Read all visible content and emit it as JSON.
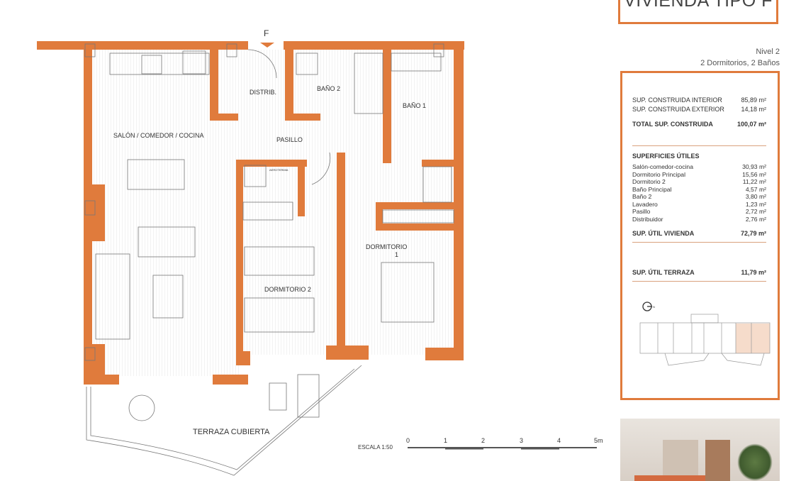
{
  "header": {
    "title": "VIVIENDA TIPO F",
    "level": "Nivel 2",
    "rooms": "2 Dormitorios, 2 Baños"
  },
  "built": {
    "interior": {
      "label": "SUP. CONSTRUIDA INTERIOR",
      "value": "85,89 m²"
    },
    "exterior": {
      "label": "SUP. CONSTRUIDA EXTERIOR",
      "value": "14,18 m²"
    },
    "total": {
      "label": "TOTAL SUP. CONSTRUIDA",
      "value": "100,07 m²"
    }
  },
  "useful": {
    "heading": "SUPERFICIES ÚTILES",
    "items": [
      {
        "label": "Salón-comedor-cocina",
        "value": "30,93 m²"
      },
      {
        "label": "Dormitorio Principal",
        "value": "15,56 m²"
      },
      {
        "label": "Dormitorio 2",
        "value": "11,22 m²"
      },
      {
        "label": "Baño Principal",
        "value": "4,57 m²"
      },
      {
        "label": "Baño 2",
        "value": "3,80 m²"
      },
      {
        "label": "Lavadero",
        "value": "1,23 m²"
      },
      {
        "label": "Pasillo",
        "value": "2,72 m²"
      },
      {
        "label": "Distribuidor",
        "value": "2,76 m²"
      }
    ],
    "total": {
      "label": "SUP. ÚTIL VIVIENDA",
      "value": "72,79 m²"
    },
    "terrace": {
      "label": "SUP. ÚTIL TERRAZA",
      "value": "11,79 m²"
    }
  },
  "plan": {
    "entry": "F",
    "rooms": {
      "living": "SALÓN / COMEDOR / COCINA",
      "distrib": "DISTRIB.",
      "bath2": "BAÑO 2",
      "bath1": "BAÑO 1",
      "hall": "PASILLO",
      "bed2": "DORMITORIO 2",
      "bed1": "DORMITORIO",
      "bed1_num": "1",
      "terrace": "TERRAZA CUBIERTA",
      "laundry": "AEROTERMIA"
    },
    "scale": {
      "label": "ESCALA 1:50",
      "ticks": [
        "0",
        "1",
        "2",
        "3",
        "4",
        "5m"
      ]
    },
    "compass": "N"
  },
  "colors": {
    "accent": "#e07b3c",
    "highlight": "#f6dccb"
  }
}
